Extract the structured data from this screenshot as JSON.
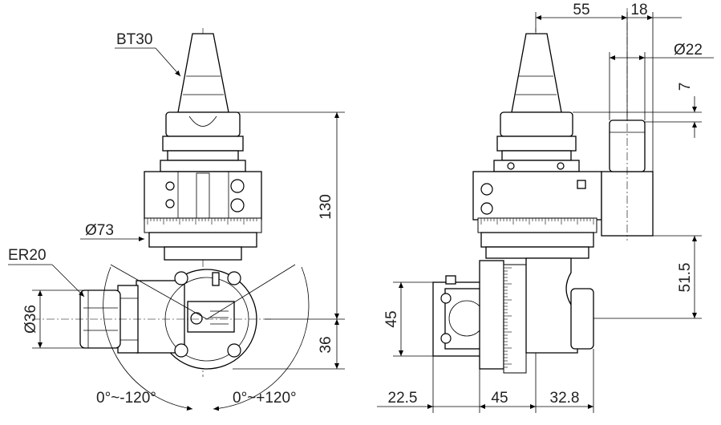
{
  "front_view": {
    "label_bt30": "BT30",
    "label_er20": "ER20",
    "dim_dia73": "Ø73",
    "dim_130": "130",
    "dim_36_dia": "Ø36",
    "dim_36": "36",
    "angle_left": "0°~-120°",
    "angle_right": "0°~+120°"
  },
  "side_view": {
    "dim_55": "55",
    "dim_18": "18",
    "dim_dia22": "Ø22",
    "dim_7": "7",
    "dim_51_5": "51.5",
    "dim_45_v": "45",
    "dim_22_5": "22.5",
    "dim_45_h": "45",
    "dim_32_8": "32.8"
  }
}
